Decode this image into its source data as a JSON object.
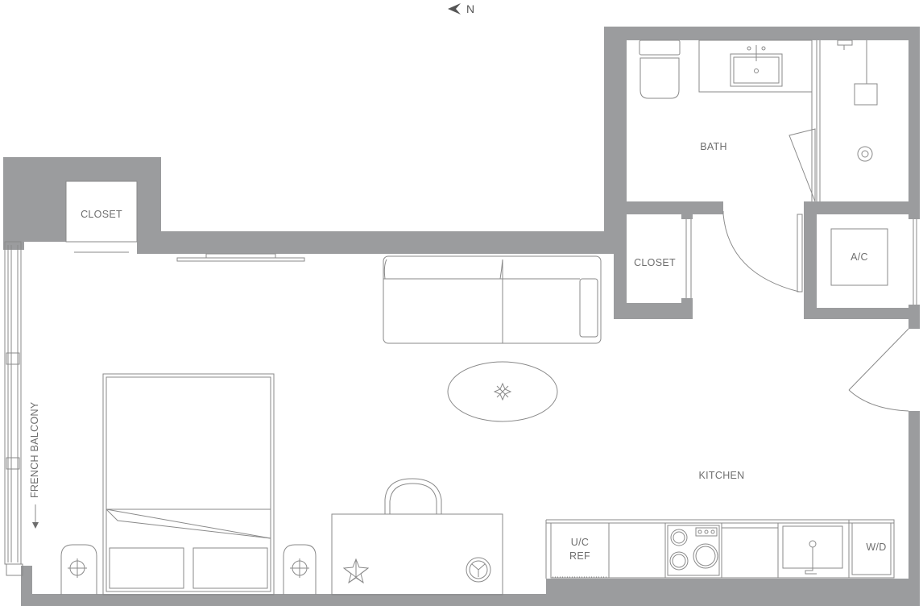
{
  "compass": {
    "label": "N"
  },
  "rooms": {
    "bath": "BATH",
    "closet_left": "CLOSET",
    "closet_right": "CLOSET",
    "ac": "A/C",
    "kitchen": "KITCHEN",
    "fridge_line1": "U/C",
    "fridge_line2": "REF",
    "washer_dryer": "W/D",
    "balcony": "FRENCH BALCONY"
  },
  "colors": {
    "wall": "#9b9c9e",
    "line": "#8a8a8a",
    "text": "#6e6e6e"
  }
}
